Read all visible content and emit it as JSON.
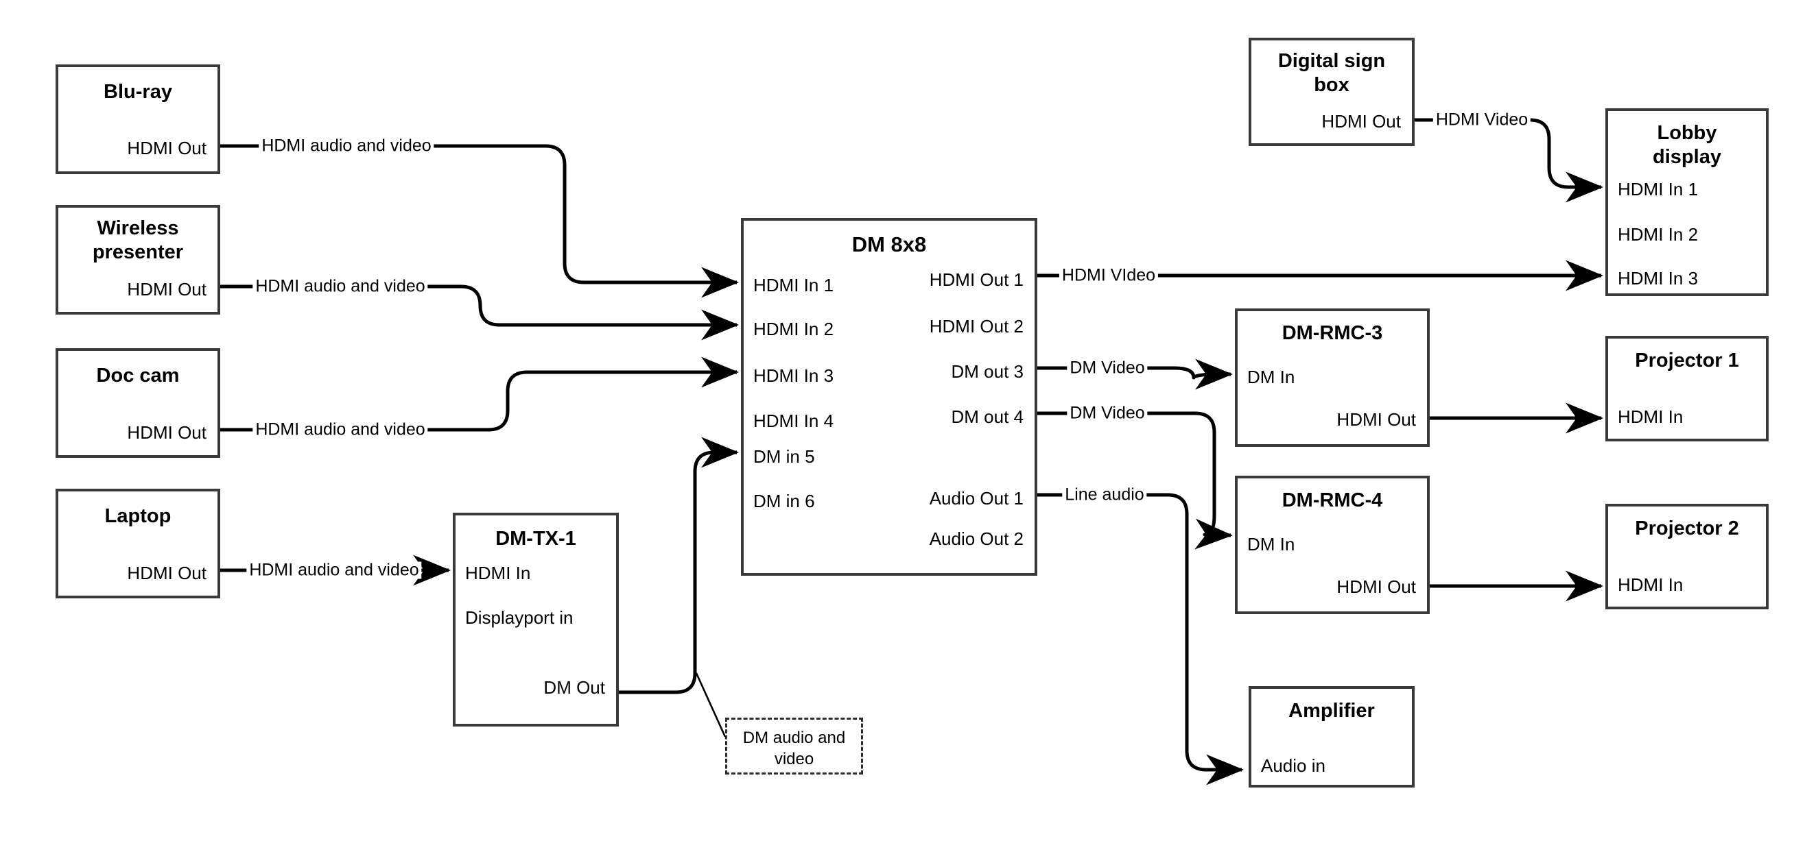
{
  "diagram": {
    "title": "AV signal flow diagram",
    "line_color": "#000000",
    "box_border_color": "#3a3a3a",
    "background": "#ffffff"
  },
  "nodes": [
    {
      "id": "bluray",
      "title": "Blu-ray",
      "ports_right": [
        "HDMI Out"
      ]
    },
    {
      "id": "wireless",
      "title": "Wireless\npresenter",
      "ports_right": [
        "HDMI Out"
      ]
    },
    {
      "id": "doccam",
      "title": "Doc cam",
      "ports_right": [
        "HDMI Out"
      ]
    },
    {
      "id": "laptop",
      "title": "Laptop",
      "ports_right": [
        "HDMI Out"
      ]
    },
    {
      "id": "dmtx1",
      "title": "DM-TX-1",
      "ports_left": [
        "HDMI In",
        "Displayport in"
      ],
      "ports_right": [
        "DM Out"
      ]
    },
    {
      "id": "dm8x8",
      "title": "DM 8x8",
      "ports_left": [
        "HDMI In 1",
        "HDMI In 2",
        "HDMI In 3",
        "HDMI In 4",
        "DM in 5",
        "DM in 6"
      ],
      "ports_right": [
        "HDMI Out 1",
        "HDMI Out 2",
        "DM out 3",
        "DM out 4",
        "Audio Out 1",
        "Audio Out 2"
      ]
    },
    {
      "id": "digitalsign",
      "title": "Digital sign\nbox",
      "ports_right": [
        "HDMI Out"
      ]
    },
    {
      "id": "lobby",
      "title": "Lobby\ndisplay",
      "ports_left": [
        "HDMI In 1",
        "HDMI In 2",
        "HDMI In 3"
      ]
    },
    {
      "id": "dmrmc3",
      "title": "DM-RMC-3",
      "ports_left": [
        "DM In"
      ],
      "ports_right": [
        "HDMI Out"
      ]
    },
    {
      "id": "dmrmc4",
      "title": "DM-RMC-4",
      "ports_left": [
        "DM In"
      ],
      "ports_right": [
        "HDMI Out"
      ]
    },
    {
      "id": "projector1",
      "title": "Projector 1",
      "ports_left": [
        "HDMI In"
      ]
    },
    {
      "id": "projector2",
      "title": "Projector 2",
      "ports_left": [
        "HDMI In"
      ]
    },
    {
      "id": "amplifier",
      "title": "Amplifier",
      "ports_left": [
        "Audio in"
      ]
    }
  ],
  "annotation": {
    "id": "dm-audio-video-note",
    "text": "DM audio and video"
  },
  "node_labels": {
    "bluray_title": "Blu-ray",
    "bluray_out": "HDMI Out",
    "wireless_title_1": "Wireless",
    "wireless_title_2": "presenter",
    "wireless_out": "HDMI Out",
    "doccam_title": "Doc cam",
    "doccam_out": "HDMI Out",
    "laptop_title": "Laptop",
    "laptop_out": "HDMI Out",
    "dmtx1_title": "DM-TX-1",
    "dmtx1_in_hdmi": "HDMI In",
    "dmtx1_in_dp": "Displayport in",
    "dmtx1_out": "DM Out",
    "dm8x8_title": "DM 8x8",
    "dm8x8_in1": "HDMI In 1",
    "dm8x8_in2": "HDMI In 2",
    "dm8x8_in3": "HDMI In 3",
    "dm8x8_in4": "HDMI In 4",
    "dm8x8_in5": "DM in 5",
    "dm8x8_in6": "DM in 6",
    "dm8x8_out1": "HDMI Out 1",
    "dm8x8_out2": "HDMI Out 2",
    "dm8x8_out3": "DM out 3",
    "dm8x8_out4": "DM out 4",
    "dm8x8_aout1": "Audio Out 1",
    "dm8x8_aout2": "Audio Out 2",
    "digitalsign_title_1": "Digital sign",
    "digitalsign_title_2": "box",
    "digitalsign_out": "HDMI Out",
    "lobby_title_1": "Lobby",
    "lobby_title_2": "display",
    "lobby_in1": "HDMI In 1",
    "lobby_in2": "HDMI In 2",
    "lobby_in3": "HDMI In 3",
    "dmrmc3_title": "DM-RMC-3",
    "dmrmc3_in": "DM In",
    "dmrmc3_out": "HDMI Out",
    "dmrmc4_title": "DM-RMC-4",
    "dmrmc4_in": "DM In",
    "dmrmc4_out": "HDMI Out",
    "projector1_title": "Projector 1",
    "projector1_in": "HDMI In",
    "projector2_title": "Projector 2",
    "projector2_in": "HDMI In",
    "amplifier_title": "Amplifier",
    "amplifier_in": "Audio in",
    "note_line_1": "DM audio and",
    "note_line_2": "video"
  },
  "connections": [
    {
      "id": "bluray-to-dm8x8-in1",
      "from": "bluray.HDMI Out",
      "to": "dm8x8.HDMI In 1",
      "label": "HDMI audio and video"
    },
    {
      "id": "wireless-to-dm8x8-in2",
      "from": "wireless.HDMI Out",
      "to": "dm8x8.HDMI In 2",
      "label": "HDMI audio and video"
    },
    {
      "id": "doccam-to-dm8x8-in3",
      "from": "doccam.HDMI Out",
      "to": "dm8x8.HDMI In 3",
      "label": "HDMI audio and video"
    },
    {
      "id": "laptop-to-dmtx1",
      "from": "laptop.HDMI Out",
      "to": "dmtx1.HDMI In",
      "label": "HDMI audio and video"
    },
    {
      "id": "dmtx1-to-dm8x8-in5",
      "from": "dmtx1.DM Out",
      "to": "dm8x8.DM in 5",
      "label": "DM audio and video"
    },
    {
      "id": "dm8x8-out1-to-lobby-in3",
      "from": "dm8x8.HDMI Out 1",
      "to": "lobby.HDMI In 3",
      "label": "HDMI VIdeo"
    },
    {
      "id": "dm8x8-out3-to-dmrmc3",
      "from": "dm8x8.DM out 3",
      "to": "dmrmc3.DM In",
      "label": "DM Video"
    },
    {
      "id": "dm8x8-out4-to-dmrmc4",
      "from": "dm8x8.DM out 4",
      "to": "dmrmc4.DM In",
      "label": "DM Video"
    },
    {
      "id": "dm8x8-aout1-to-amplifier",
      "from": "dm8x8.Audio Out 1",
      "to": "amplifier.Audio in",
      "label": "Line audio"
    },
    {
      "id": "digitalsign-to-lobby-in1",
      "from": "digitalsign.HDMI Out",
      "to": "lobby.HDMI In 1",
      "label": "HDMI Video"
    },
    {
      "id": "dmrmc3-to-projector1",
      "from": "dmrmc3.HDMI Out",
      "to": "projector1.HDMI In",
      "label": ""
    },
    {
      "id": "dmrmc4-to-projector2",
      "from": "dmrmc4.HDMI Out",
      "to": "projector2.HDMI In",
      "label": ""
    }
  ],
  "wire_labels": {
    "bluray": "HDMI audio and video",
    "wireless": "HDMI audio and video",
    "doccam": "HDMI audio and video",
    "laptop": "HDMI audio and video",
    "hdmi_video_out1": "HDMI VIdeo",
    "dm_video_3": "DM Video",
    "dm_video_4": "DM Video",
    "line_audio": "Line audio",
    "hdmi_video_sign": "HDMI Video"
  }
}
